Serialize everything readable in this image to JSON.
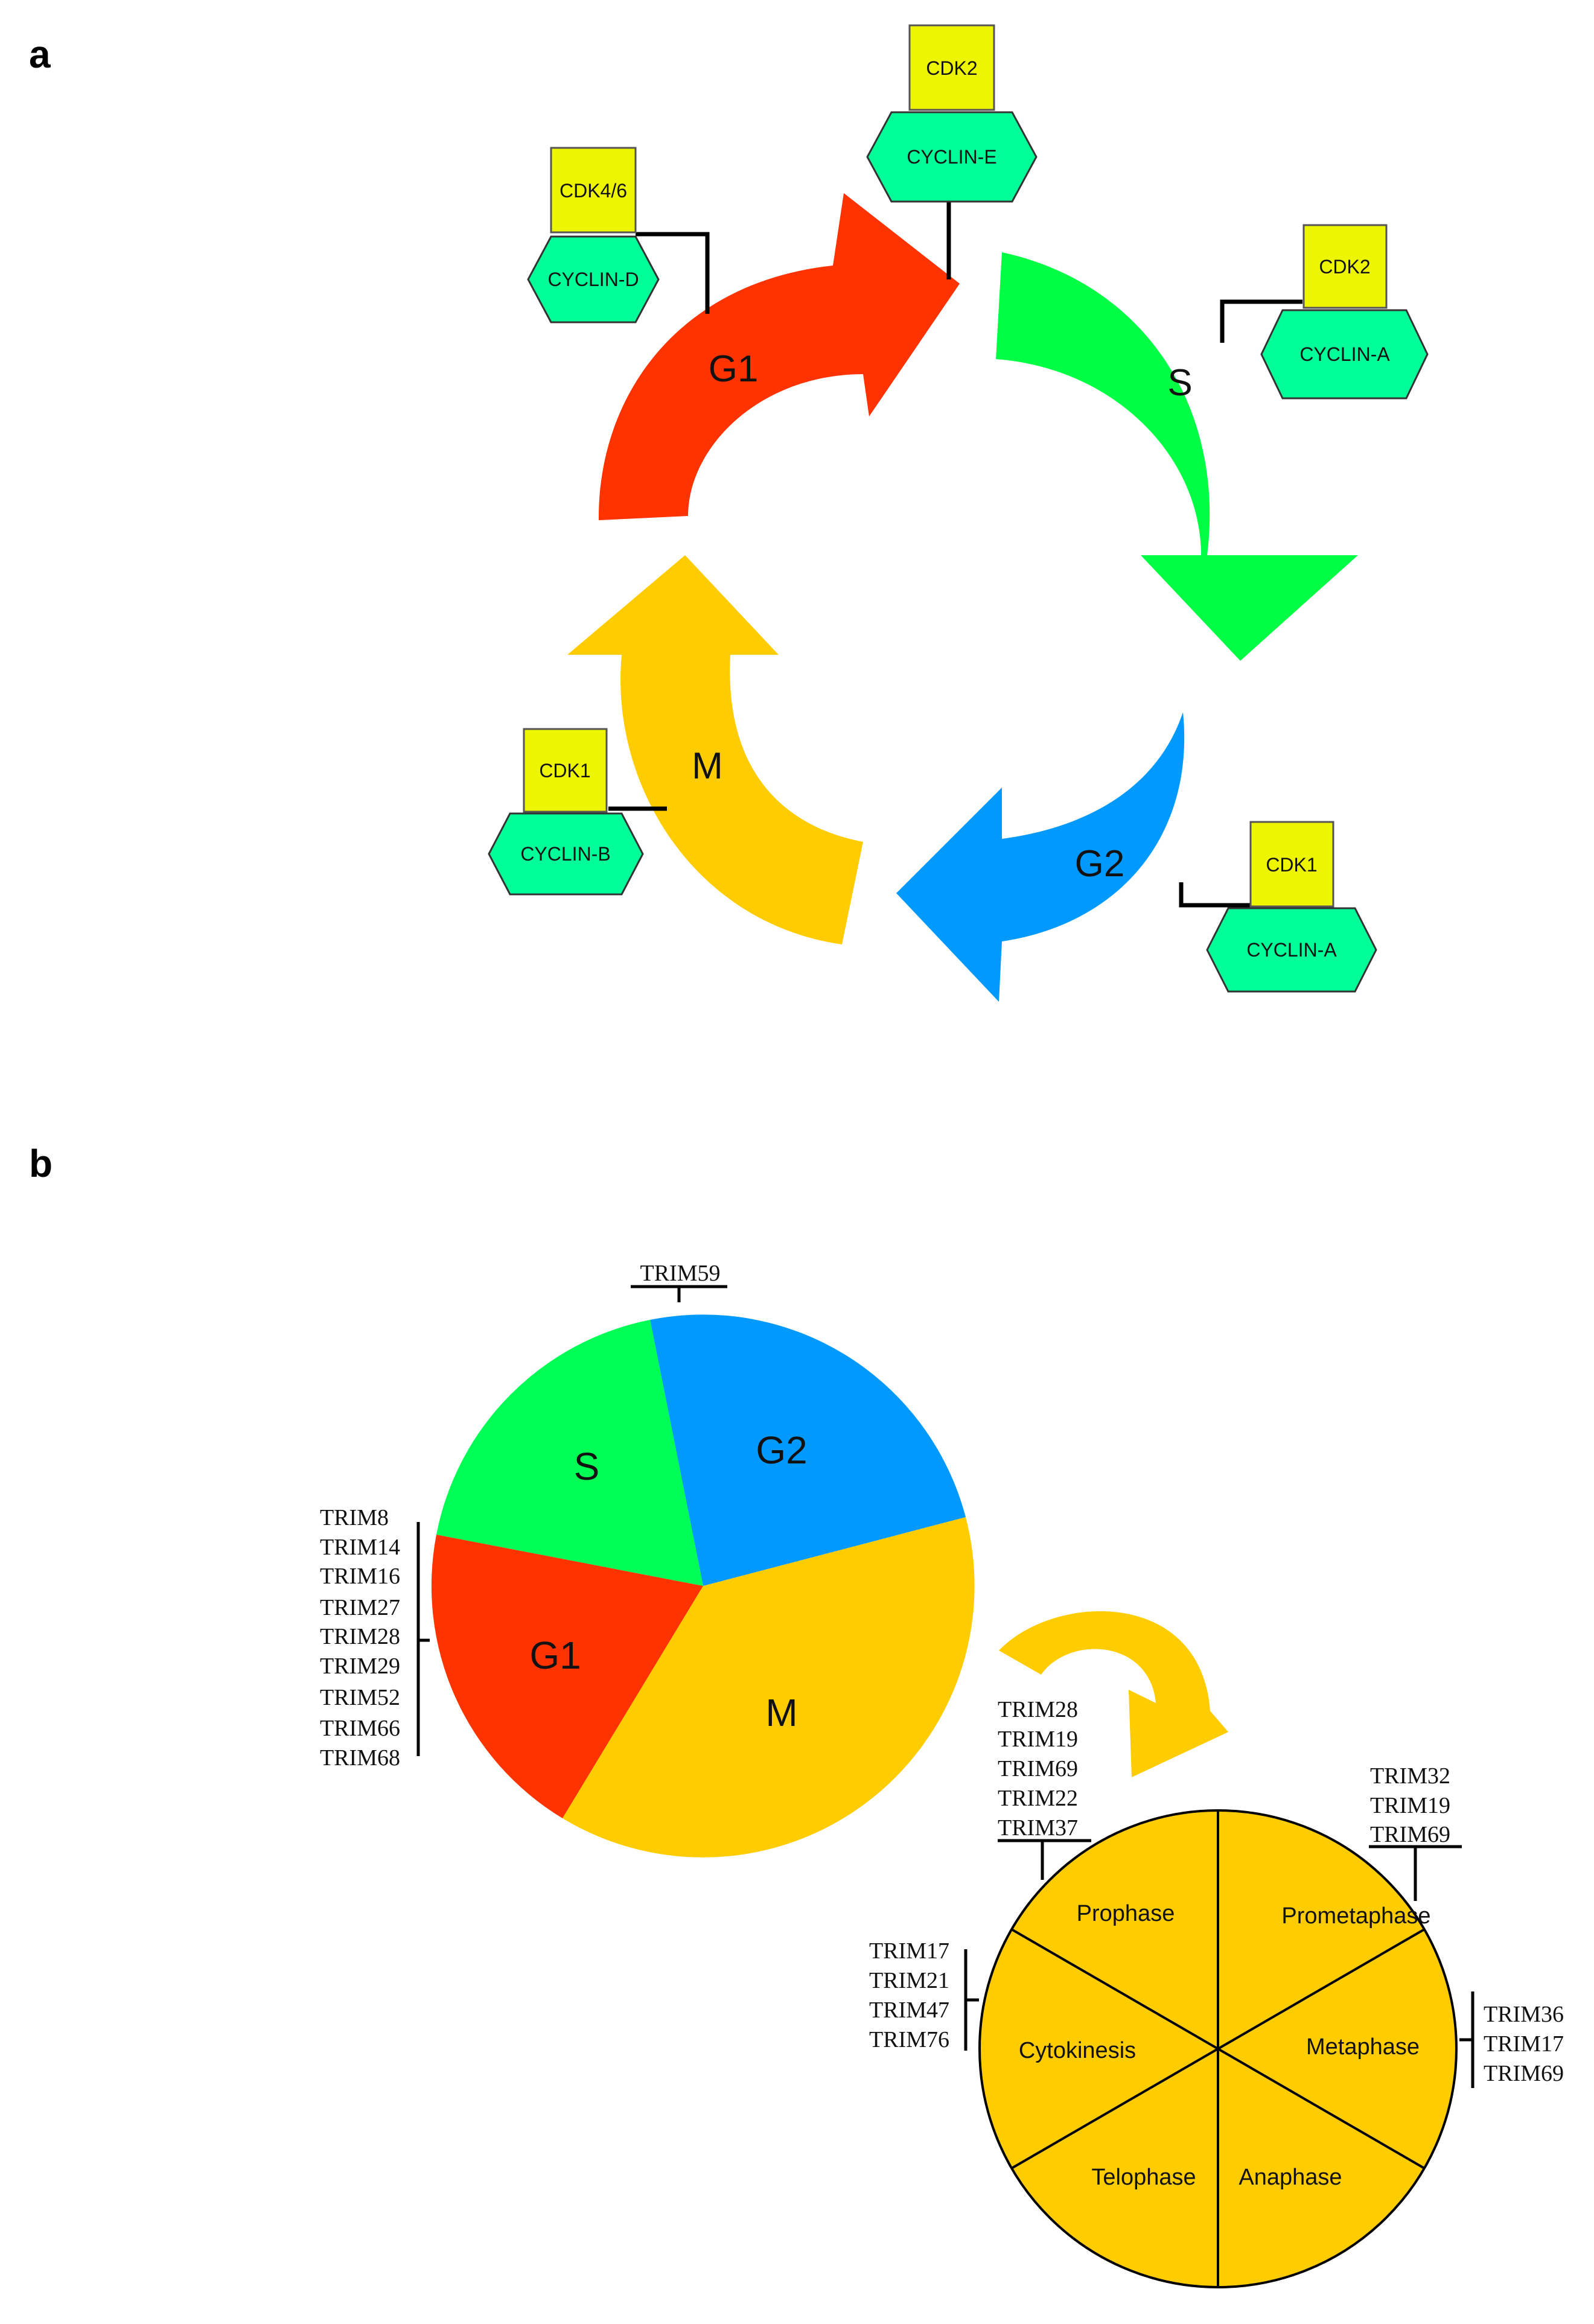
{
  "panel_a": {
    "label": "a",
    "phases": {
      "g1": "G1",
      "s": "S",
      "g2": "G2",
      "m": "M"
    },
    "complexes": {
      "g1_d": {
        "cdk": "CDK4/6",
        "cyclin": "CYCLIN-D"
      },
      "g1_e": {
        "cdk": "CDK2",
        "cyclin": "CYCLIN-E"
      },
      "s_a": {
        "cdk": "CDK2",
        "cyclin": "CYCLIN-A"
      },
      "g2_a": {
        "cdk": "CDK1",
        "cyclin": "CYCLIN-A"
      },
      "m_b": {
        "cdk": "CDK1",
        "cyclin": "CYCLIN-B"
      }
    },
    "colors": {
      "g1": "#ff3300",
      "s": "#00ff44",
      "g2": "#0099ff",
      "m": "#ffcc00",
      "cdk_box": "#eef500",
      "cyclin_hex": "#00ff99"
    }
  },
  "panel_b": {
    "label": "b",
    "pie": {
      "slices": {
        "g2": "G2",
        "s": "S",
        "g1": "G1",
        "m": "M"
      },
      "g2_trims": [
        "TRIM59"
      ],
      "g1_trims": [
        "TRIM8",
        "TRIM14",
        "TRIM16",
        "TRIM27",
        "TRIM28",
        "TRIM29",
        "TRIM52",
        "TRIM66",
        "TRIM68"
      ]
    },
    "mitosis": {
      "phases": {
        "prophase": "Prophase",
        "prometaphase": "Prometaphase",
        "metaphase": "Metaphase",
        "anaphase": "Anaphase",
        "telophase": "Telophase",
        "cytokinesis": "Cytokinesis"
      },
      "prophase_trims": [
        "TRIM28",
        "TRIM19",
        "TRIM69",
        "TRIM22",
        "TRIM37"
      ],
      "prometaphase_trims": [
        "TRIM32",
        "TRIM19",
        "TRIM69"
      ],
      "metaphase_trims": [
        "TRIM36",
        "TRIM17",
        "TRIM69"
      ],
      "cytokinesis_trims": [
        "TRIM17",
        "TRIM21",
        "TRIM47",
        "TRIM76"
      ]
    },
    "colors": {
      "g1": "#ff3300",
      "s": "#00ff55",
      "g2": "#0099ff",
      "m": "#ffcc00",
      "mitosis": "#ffcc00"
    }
  }
}
